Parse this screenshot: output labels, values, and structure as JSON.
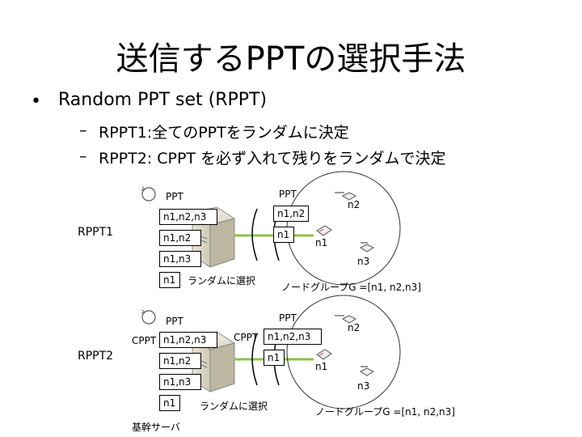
{
  "title": "送信するPPTの選択手法",
  "bullets": [
    {
      "marker": "•",
      "text": "Random PPT set (RPPT)"
    }
  ],
  "sub_bullets": [
    {
      "marker": "–",
      "text": "RPPT1:全てのPPTをランダムに決定"
    },
    {
      "marker": "–",
      "text": "RPPT2: CPPT を必ず入れて残りをランダムで決定"
    }
  ],
  "diagram1": {
    "row_label": "RPPT1",
    "ppt_label": "PPT",
    "slots": [
      "n1,n2,n3",
      "n1,n2",
      "n1,n3",
      "n1"
    ],
    "random_select": "ランダムに選択",
    "right_ppt_label": "PPT",
    "right_slots": [
      "n1,n2",
      "n1"
    ],
    "nodes": [
      "n2",
      "n1",
      "n3"
    ],
    "node_group": "ノードグループG =[n1, n2,n3]"
  },
  "diagram2": {
    "row_label": "RPPT2",
    "ppt_label": "PPT",
    "cppt_left": "CPPT",
    "slots": [
      "n1,n2,n3",
      "n1,n2",
      "n1,n3",
      "n1"
    ],
    "random_select": "ランダムに選択",
    "right_ppt_label": "PPT",
    "cppt_right": "CPPT",
    "right_slots": [
      "n1,n2,n3",
      "n1"
    ],
    "nodes": [
      "n2",
      "n1",
      "n3"
    ],
    "node_group": "ノードグループG =[n1, n2,n3]",
    "server_label": "基幹サーバ"
  }
}
